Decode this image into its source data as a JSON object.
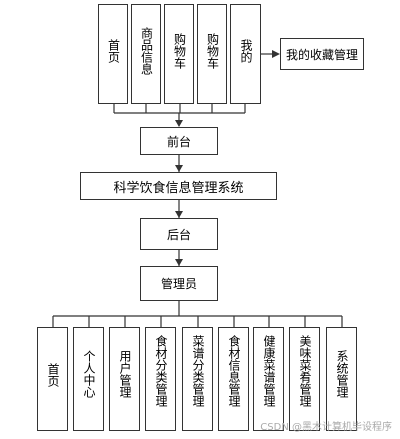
{
  "top_nodes": [
    "首页",
    "商品信息",
    "购物车",
    "购物车",
    "我的"
  ],
  "side_node": "我的收藏管理",
  "frontend": "前台",
  "system": "科学饮食信息管理系统",
  "backend": "后台",
  "admin": "管理员",
  "bottom_nodes": [
    "首页",
    "个人中心",
    "用户管理",
    "食材分类管理",
    "菜谱分类管理",
    "食材信息管理",
    "健康菜谱管理",
    "美味菜肴管理",
    "系统管理"
  ],
  "watermark": "CSDN @黑木计算机毕设程序"
}
